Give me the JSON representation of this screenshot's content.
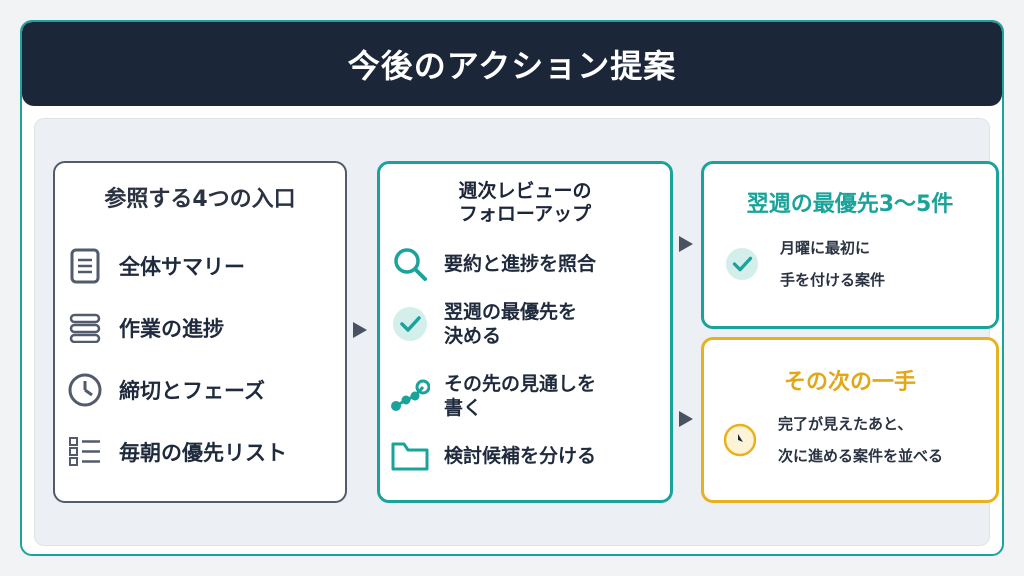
{
  "title": "今後のアクション提案",
  "left_card": {
    "heading": "参照する4つの入口",
    "items": [
      {
        "label": "全体サマリー",
        "icon": "document-icon"
      },
      {
        "label": "作業の進捗",
        "icon": "stack-icon"
      },
      {
        "label": "締切とフェーズ",
        "icon": "clock-icon"
      },
      {
        "label": "毎朝の優先リスト",
        "icon": "checklist-icon"
      }
    ]
  },
  "middle_card": {
    "heading_line1": "週次レビューの",
    "heading_line2": "フォローアップ",
    "items": [
      {
        "label": "要約と進捗を照合",
        "icon": "search-icon"
      },
      {
        "label": "翌週の最優先を\n決める",
        "icon": "check-circle-icon"
      },
      {
        "label": "その先の見通しを\n書く",
        "icon": "path-icon"
      },
      {
        "label": "検討候補を分ける",
        "icon": "folder-icon"
      }
    ]
  },
  "right_top_card": {
    "heading": "翌週の最優先3〜5件",
    "text": "月曜に最初に\n手を付ける案件",
    "icon": "check-circle-icon"
  },
  "right_bottom_card": {
    "heading": "その次の一手",
    "text": "完了が見えたあと、\n次に進める案件を並べる",
    "icon": "clock-icon"
  },
  "colors": {
    "teal": "#1aa39a",
    "navy": "#1c2639",
    "yellow": "#e8b21e",
    "gray": "#525b6b"
  }
}
